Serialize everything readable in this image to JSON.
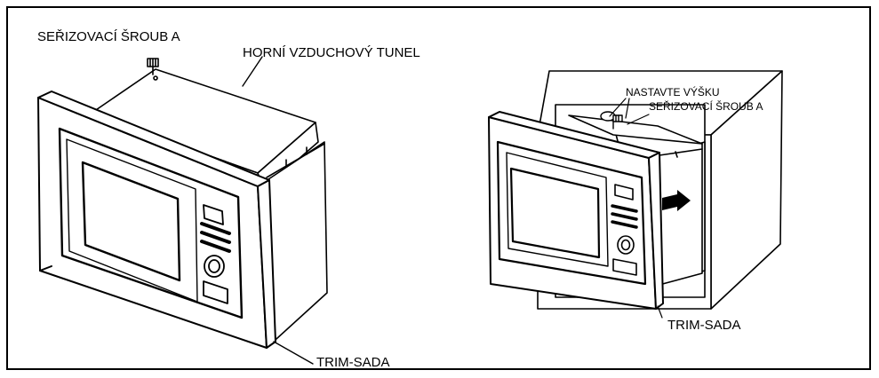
{
  "left_figure": {
    "screw_label": "SEŘIZOVACÍ ŠROUB A",
    "tunnel_label": "HORNÍ VZDUCHOVÝ TUNEL",
    "trim_label": "TRIM-SADA"
  },
  "right_figure": {
    "height_label": "NASTAVTE VÝŠKU",
    "screw_label": "SEŘIZOVACÍ ŠROUB A",
    "trim_label": "TRIM-SADA"
  },
  "colors": {
    "ink": "#000000",
    "paper": "#ffffff",
    "shade": "#f2f2f2"
  }
}
